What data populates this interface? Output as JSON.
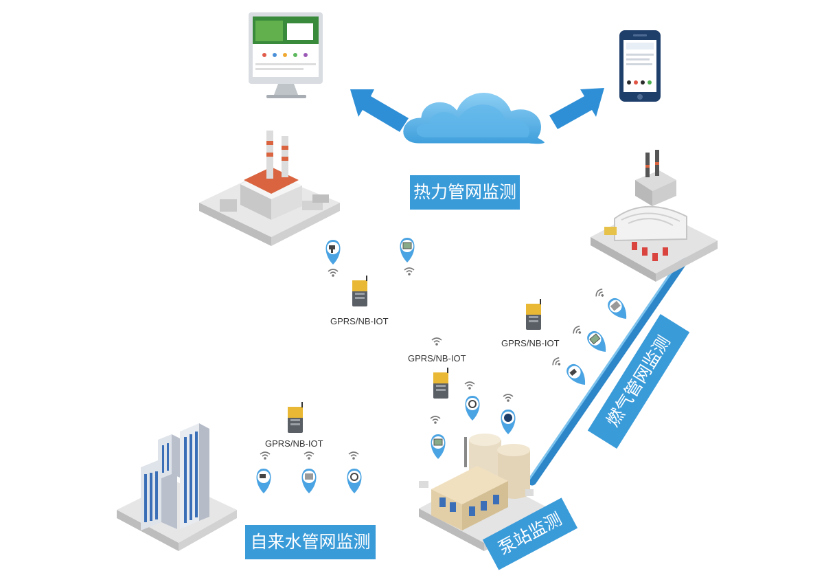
{
  "labels": {
    "heat": "热力管网监测",
    "gas": "燃气管网监测",
    "water": "自来水管网监测",
    "pump": "泵站监测"
  },
  "gateway_label": "GPRS/NB-IOT",
  "colors": {
    "pipe": "#3a8fcf",
    "label_bg": "#3a9bd9",
    "arrow": "#2f8fd6"
  },
  "icons": [
    "desktop-monitor-icon",
    "smartphone-icon",
    "cloud-icon",
    "heating-plant-icon",
    "gas-station-icon",
    "water-plant-icon",
    "pump-station-icon",
    "city-buildings-icon",
    "gateway-device-icon",
    "sensor-pin-icon",
    "wifi-signal-icon"
  ]
}
